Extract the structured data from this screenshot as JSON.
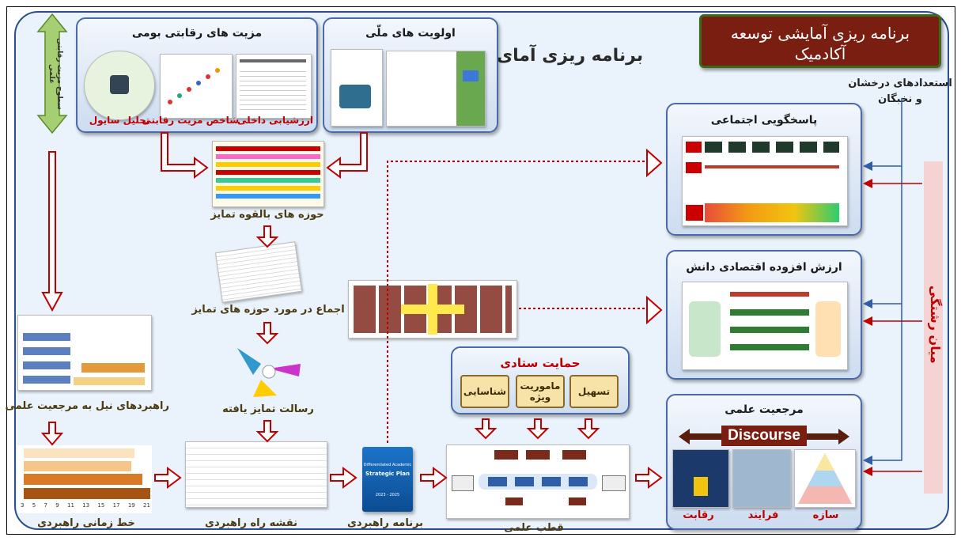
{
  "header": {
    "title_box": "برنامه ریزی آمایشی توسعه آکادمیک",
    "behind_title": "برنامه ریزی آمای"
  },
  "left_axis": {
    "label": "سطوح مزیت رقابتی علمی"
  },
  "competitive": {
    "title": "مزیت های رقابتی بومی",
    "items": [
      "ارزشیابی داخلی",
      "شاخص مزیت رقابتی",
      "تحلیل سایول"
    ]
  },
  "national": {
    "title": "اولویت های ملّی"
  },
  "steps": {
    "potential": "حوزه های بالقوه تمایز",
    "consensus": "اجماع در مورد حوزه های تمایز",
    "mission": "رسالت تمایز یافته",
    "strategies": "راهبردهای نیل به مرجعیت علمی",
    "timeline": "خط زمانی راهبردی",
    "roadmap": "نقشه راه راهبردی",
    "plan": "برنامه راهبردی",
    "hub": "قطب علمی"
  },
  "plan_book": {
    "title_small": "Differentiated Academic",
    "title": "Strategic Plan",
    "years": "2023 - 2025"
  },
  "staff_support": {
    "title": "حمایت ستادی",
    "items": [
      "تسهیل",
      "ماموریت ویژه",
      "شناسایی"
    ]
  },
  "right": {
    "talents": "استعدادهای درخشان و نخبگان",
    "interdisciplinary": "میان رشتگی",
    "social": "پاسخگویی اجتماعی",
    "knowledge": "ارزش افزوده اقتصادی دانش",
    "reference": {
      "title": "مرجعیت علمی",
      "discourse": "Discourse",
      "items": [
        "سازه",
        "فرایند",
        "رقابت"
      ]
    }
  },
  "timeline_chart": {
    "ticks": [
      "3",
      "5",
      "7",
      "9",
      "11",
      "13",
      "15",
      "17",
      "19",
      "21"
    ]
  },
  "colors": {
    "arrow_red": "#c00000",
    "arrow_blue": "#2f5da8",
    "title_box_bg": "#7a1e12",
    "title_box_border": "#3a6a1a",
    "axis_green": "#8fbf5a"
  }
}
